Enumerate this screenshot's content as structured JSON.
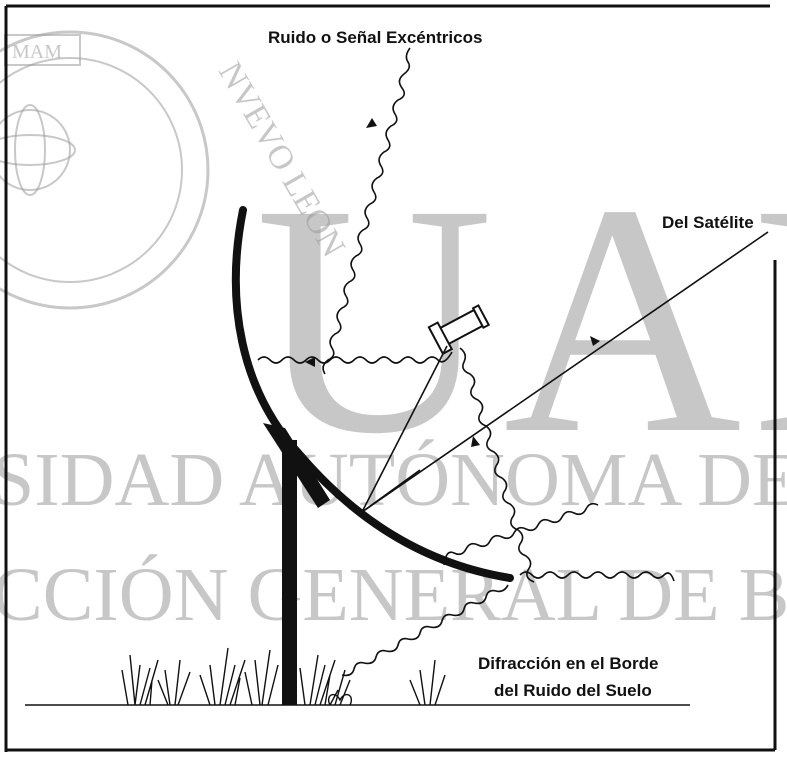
{
  "labels": {
    "offaxis_noise": "Ruido o Señal Excéntricos",
    "from_satellite": "Del Satélite",
    "diffraction_line1": "Difracción en el Borde",
    "diffraction_line2": "del Ruido del Suelo"
  },
  "watermark": {
    "big_letters": "UAN",
    "line1": "SIDAD AUTÓNOMA DE NUEV",
    "line2": "CCIÓN GENERAL DE BIBLIOTEC",
    "seal_text": "NVEVO LEON",
    "seal_banner": "MAM"
  }
}
